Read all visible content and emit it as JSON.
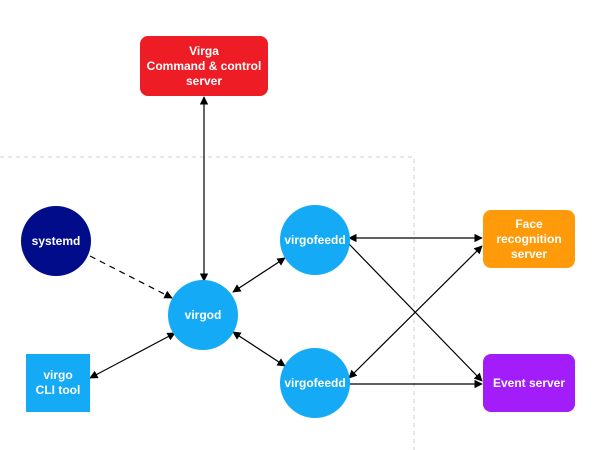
{
  "nodes": {
    "cc_server": {
      "lines": [
        "Virga",
        "Command & control",
        "server"
      ],
      "color": "#ee1c24"
    },
    "systemd": {
      "label": "systemd",
      "color": "#000c8a"
    },
    "virgod": {
      "label": "virgod",
      "color": "#14aaf5"
    },
    "virgofeedd_top": {
      "label": "virgofeedd",
      "color": "#14aaf5"
    },
    "virgofeedd_bottom": {
      "label": "virgofeedd",
      "color": "#14aaf5"
    },
    "cli_tool": {
      "lines": [
        "virgo",
        "CLI tool"
      ],
      "color": "#14aaf5"
    },
    "face_server": {
      "lines": [
        "Face",
        "recognition",
        "server"
      ],
      "color": "#ff9a0a"
    },
    "event_server": {
      "label": "Event server",
      "color": "#a31dfa"
    }
  },
  "colors": {
    "arrow": "#000000",
    "boundary": "#cfcfcf"
  }
}
